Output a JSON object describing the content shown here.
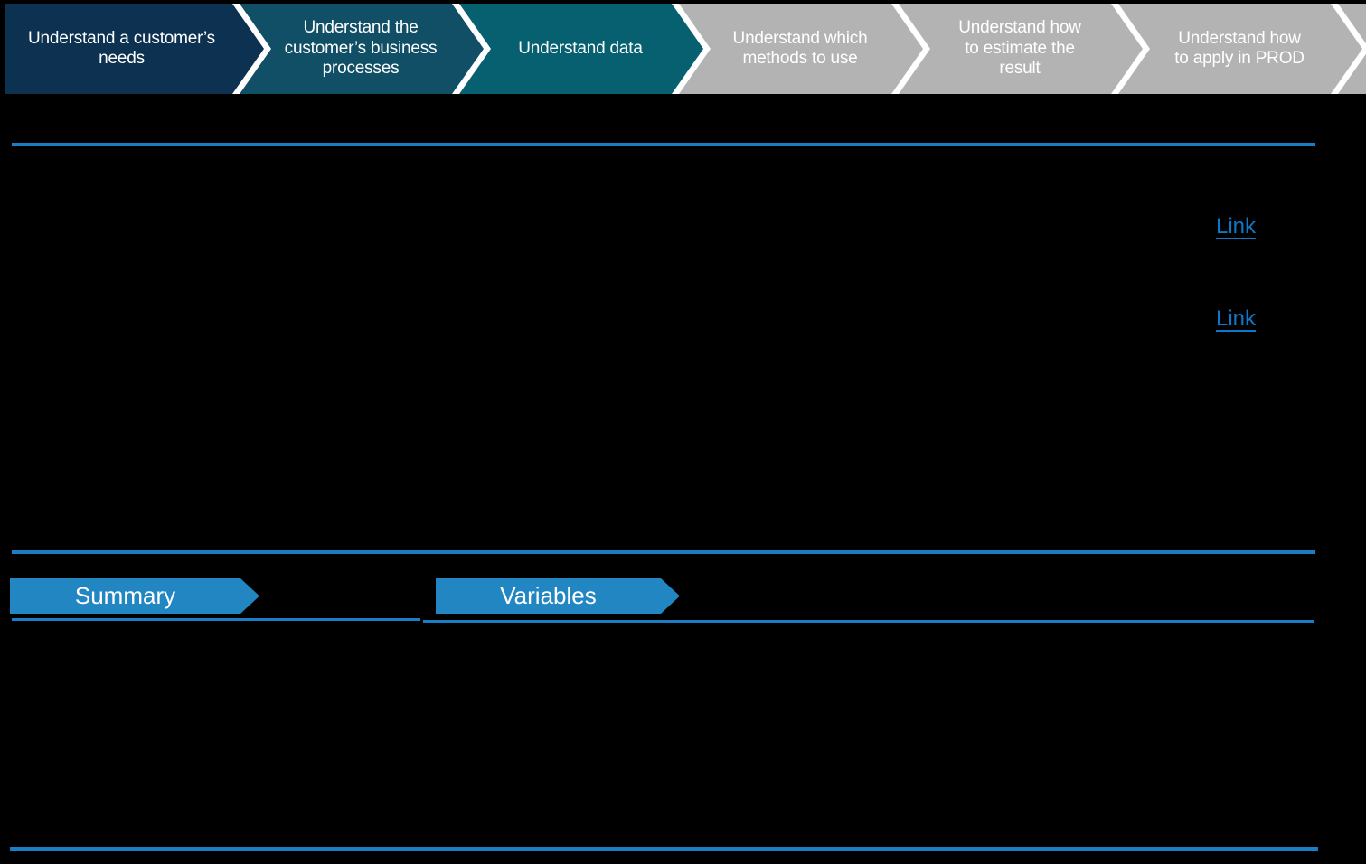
{
  "process_flow": {
    "steps": [
      {
        "label": "Understand a customer’s needs",
        "color": "#0d3150",
        "status": "completed"
      },
      {
        "label": "Understand the customer’s business processes",
        "color": "#114f66",
        "status": "completed"
      },
      {
        "label": "Understand data",
        "color": "#076070",
        "status": "active"
      },
      {
        "label": "Understand which methods to use",
        "color": "#b3b3b3",
        "status": "upcoming"
      },
      {
        "label": "Understand how to estimate the result",
        "color": "#b3b3b3",
        "status": "upcoming"
      },
      {
        "label": "Understand how to apply in PROD",
        "color": "#b3b3b3",
        "status": "upcoming"
      }
    ]
  },
  "links": [
    {
      "label": "Link"
    },
    {
      "label": "Link"
    }
  ],
  "section_tabs": [
    {
      "label": "Summary"
    },
    {
      "label": "Variables"
    }
  ],
  "colors": {
    "background": "#000000",
    "rule_blue": "#1b7ec4",
    "tab_blue": "#2186c2",
    "link_blue": "#0e78c8",
    "step_navy": "#0d3150",
    "step_dark_teal": "#114f66",
    "step_teal_active": "#076070",
    "step_gray": "#b3b3b3",
    "separator_white": "#ffffff"
  }
}
